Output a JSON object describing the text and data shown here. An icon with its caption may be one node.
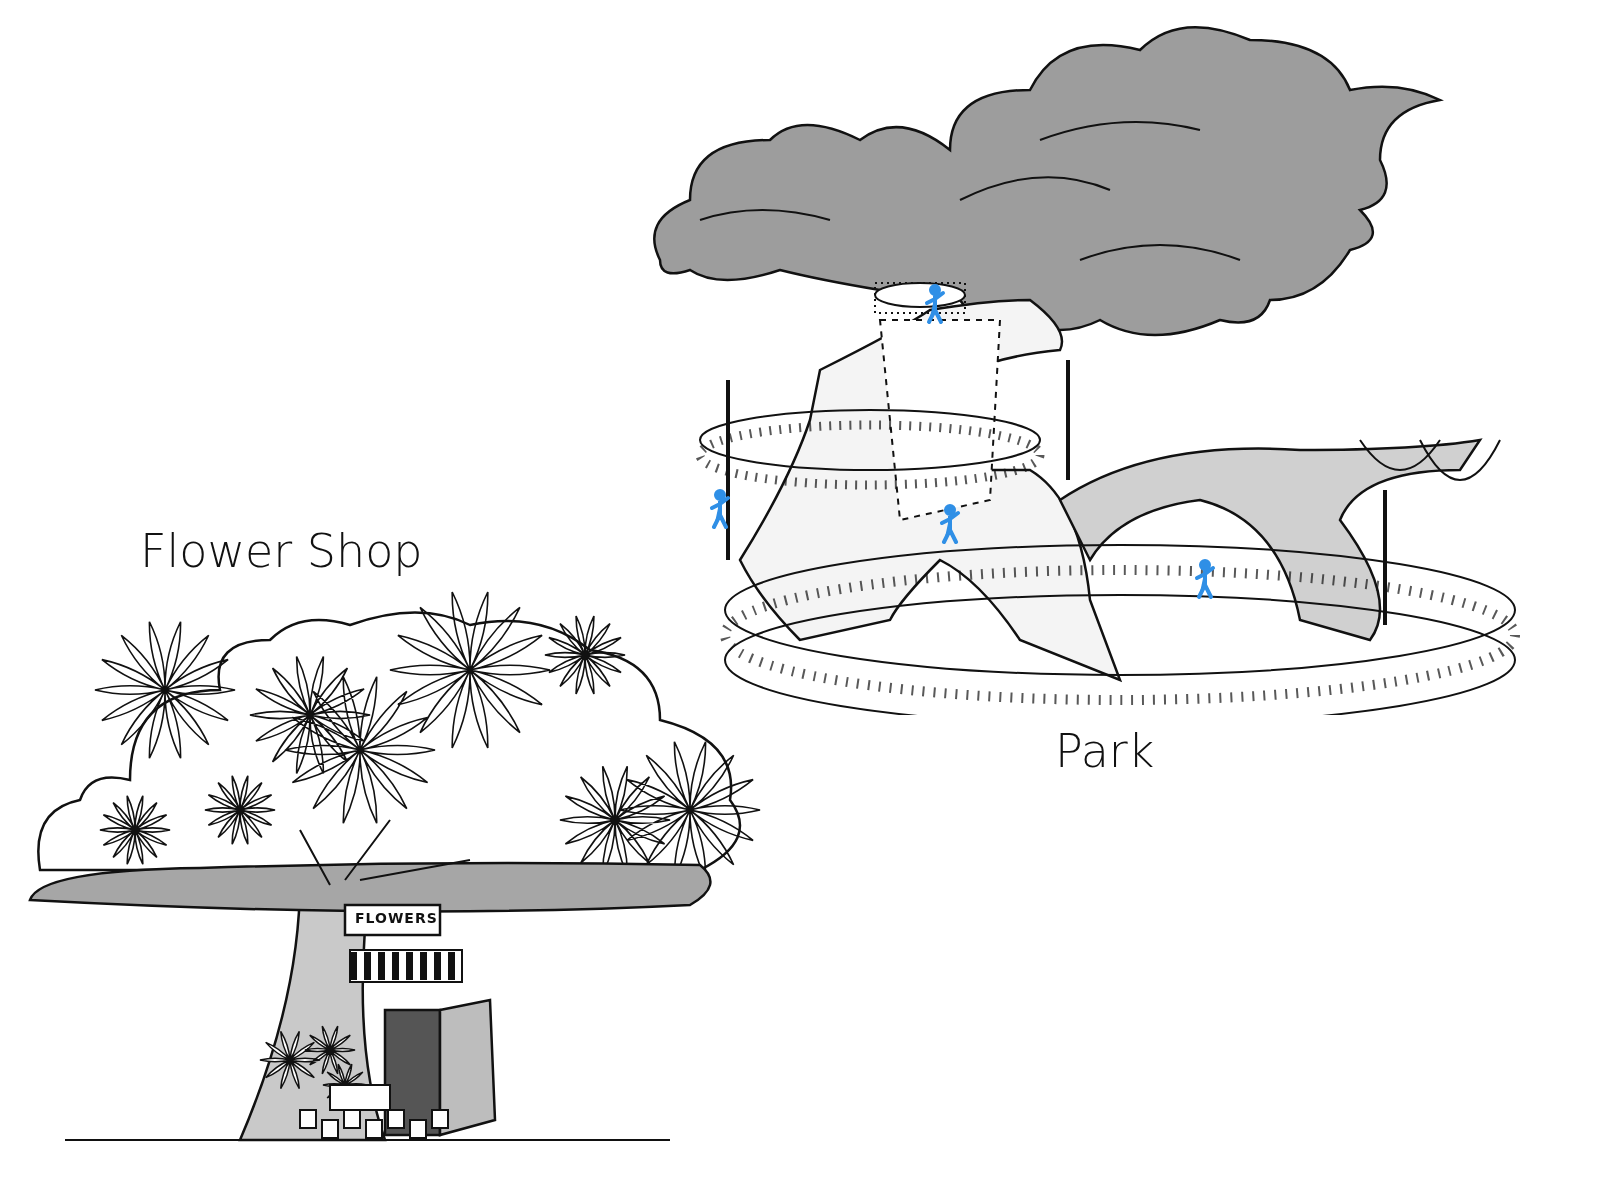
{
  "diagram": {
    "labels": [
      "Flower Shop",
      "FLOWERS",
      "Park"
    ]
  }
}
